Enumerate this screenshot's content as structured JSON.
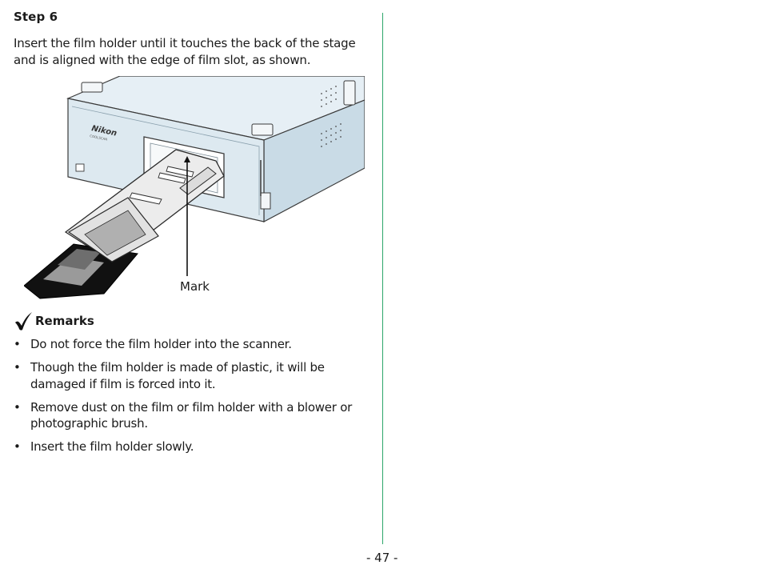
{
  "step": {
    "heading": "Step 6",
    "instruction": "Insert the film holder until it touches the back of the stage and is aligned with the edge of film slot, as shown."
  },
  "illustration": {
    "brand_label": "Nikon",
    "model_label": "COOLSCAN",
    "callout_label": "Mark"
  },
  "remarks": {
    "title": "Remarks",
    "items": [
      "Do not force the film holder into the scanner.",
      "Though the film holder is made of plastic, it will be damaged if film is forced into it.",
      "Remove dust on the film or film holder with a blower or photographic brush.",
      "Insert the film holder slowly."
    ]
  },
  "footer": {
    "page_number": "- 47 -"
  },
  "colors": {
    "divider": "#2ca66a",
    "scanner_body": "#dde9f0",
    "scanner_outline": "#3a3a3a",
    "holder": "#ececec"
  }
}
